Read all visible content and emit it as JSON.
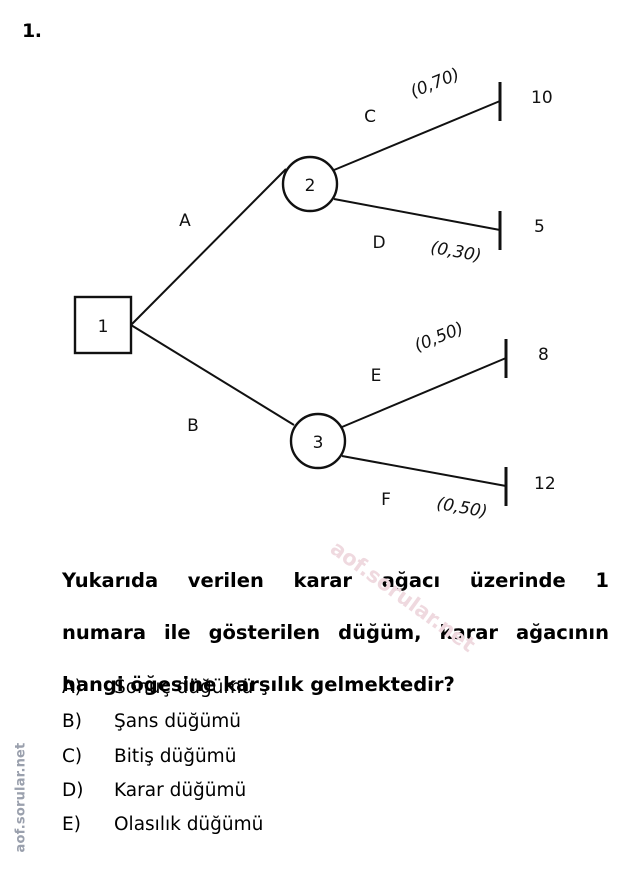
{
  "question": {
    "number": "1.",
    "stem_lines": [
      "Yukarıda verilen karar ağacı üzerinde 1",
      "numara ile gösterilen düğüm, karar ağacının",
      "hangi öğesine karşılık gelmektedir?"
    ],
    "stem_full": "Yukarıda verilen karar ağacı üzerinde 1 numara ile gösterilen düğüm, karar ağacının hangi öğesine karşılık gelmektedir?",
    "options": [
      {
        "letter": "A)",
        "text": "Sonuç düğümü"
      },
      {
        "letter": "B)",
        "text": "Şans düğümü"
      },
      {
        "letter": "C)",
        "text": "Bitiş düğümü"
      },
      {
        "letter": "D)",
        "text": "Karar düğümü"
      },
      {
        "letter": "E)",
        "text": "Olasılık düğümü"
      }
    ]
  },
  "diagram": {
    "title": "karar-agaci",
    "nodes": [
      {
        "id": "1",
        "shape": "square",
        "label": "1"
      },
      {
        "id": "2",
        "shape": "circle",
        "label": "2"
      },
      {
        "id": "3",
        "shape": "circle",
        "label": "3"
      }
    ],
    "branches": [
      {
        "id": "A",
        "label": "A",
        "from": "1",
        "to": "2",
        "probability": ""
      },
      {
        "id": "B",
        "label": "B",
        "from": "1",
        "to": "3",
        "probability": ""
      },
      {
        "id": "C",
        "label": "C",
        "from": "2",
        "to": "t10",
        "probability": "(0,70)"
      },
      {
        "id": "D",
        "label": "D",
        "from": "2",
        "to": "t5",
        "probability": "(0,30)"
      },
      {
        "id": "E",
        "label": "E",
        "from": "3",
        "to": "t8",
        "probability": "(0,50)"
      },
      {
        "id": "F",
        "label": "F",
        "from": "3",
        "to": "t12",
        "probability": "(0,50)"
      }
    ],
    "terminals": [
      {
        "id": "t10",
        "payoff": "10"
      },
      {
        "id": "t5",
        "payoff": "5"
      },
      {
        "id": "t8",
        "payoff": "8"
      },
      {
        "id": "t12",
        "payoff": "12"
      }
    ],
    "colors": {
      "line": "#111111",
      "fill": "#ffffff"
    }
  },
  "watermarks": {
    "side": "aof.sorular.net",
    "diagonal": "aof.sorular.net",
    "side_color": "#9aa0ad",
    "diagonal_color": "#efd9df"
  }
}
